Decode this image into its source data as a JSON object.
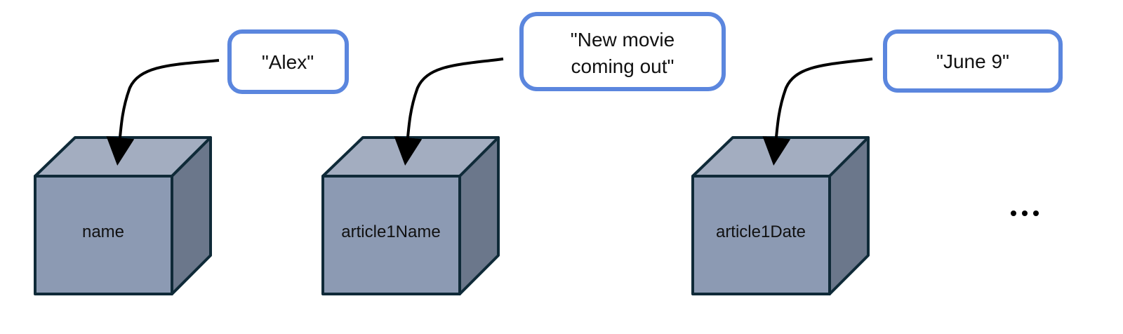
{
  "variables": [
    {
      "name": "name",
      "value_lines": [
        "\"Alex\""
      ]
    },
    {
      "name": "article1Name",
      "value_lines": [
        "\"New movie",
        "coming out\""
      ]
    },
    {
      "name": "article1Date",
      "value_lines": [
        "\"June 9\""
      ]
    }
  ],
  "more_indicator": "ellipsis",
  "colors": {
    "bubble_border": "#5b86de",
    "box_top": "#a3adc0",
    "box_front": "#8c9ab3",
    "box_side": "#6b778b",
    "box_outline": "#0f2a38",
    "arrow": "#000000"
  }
}
